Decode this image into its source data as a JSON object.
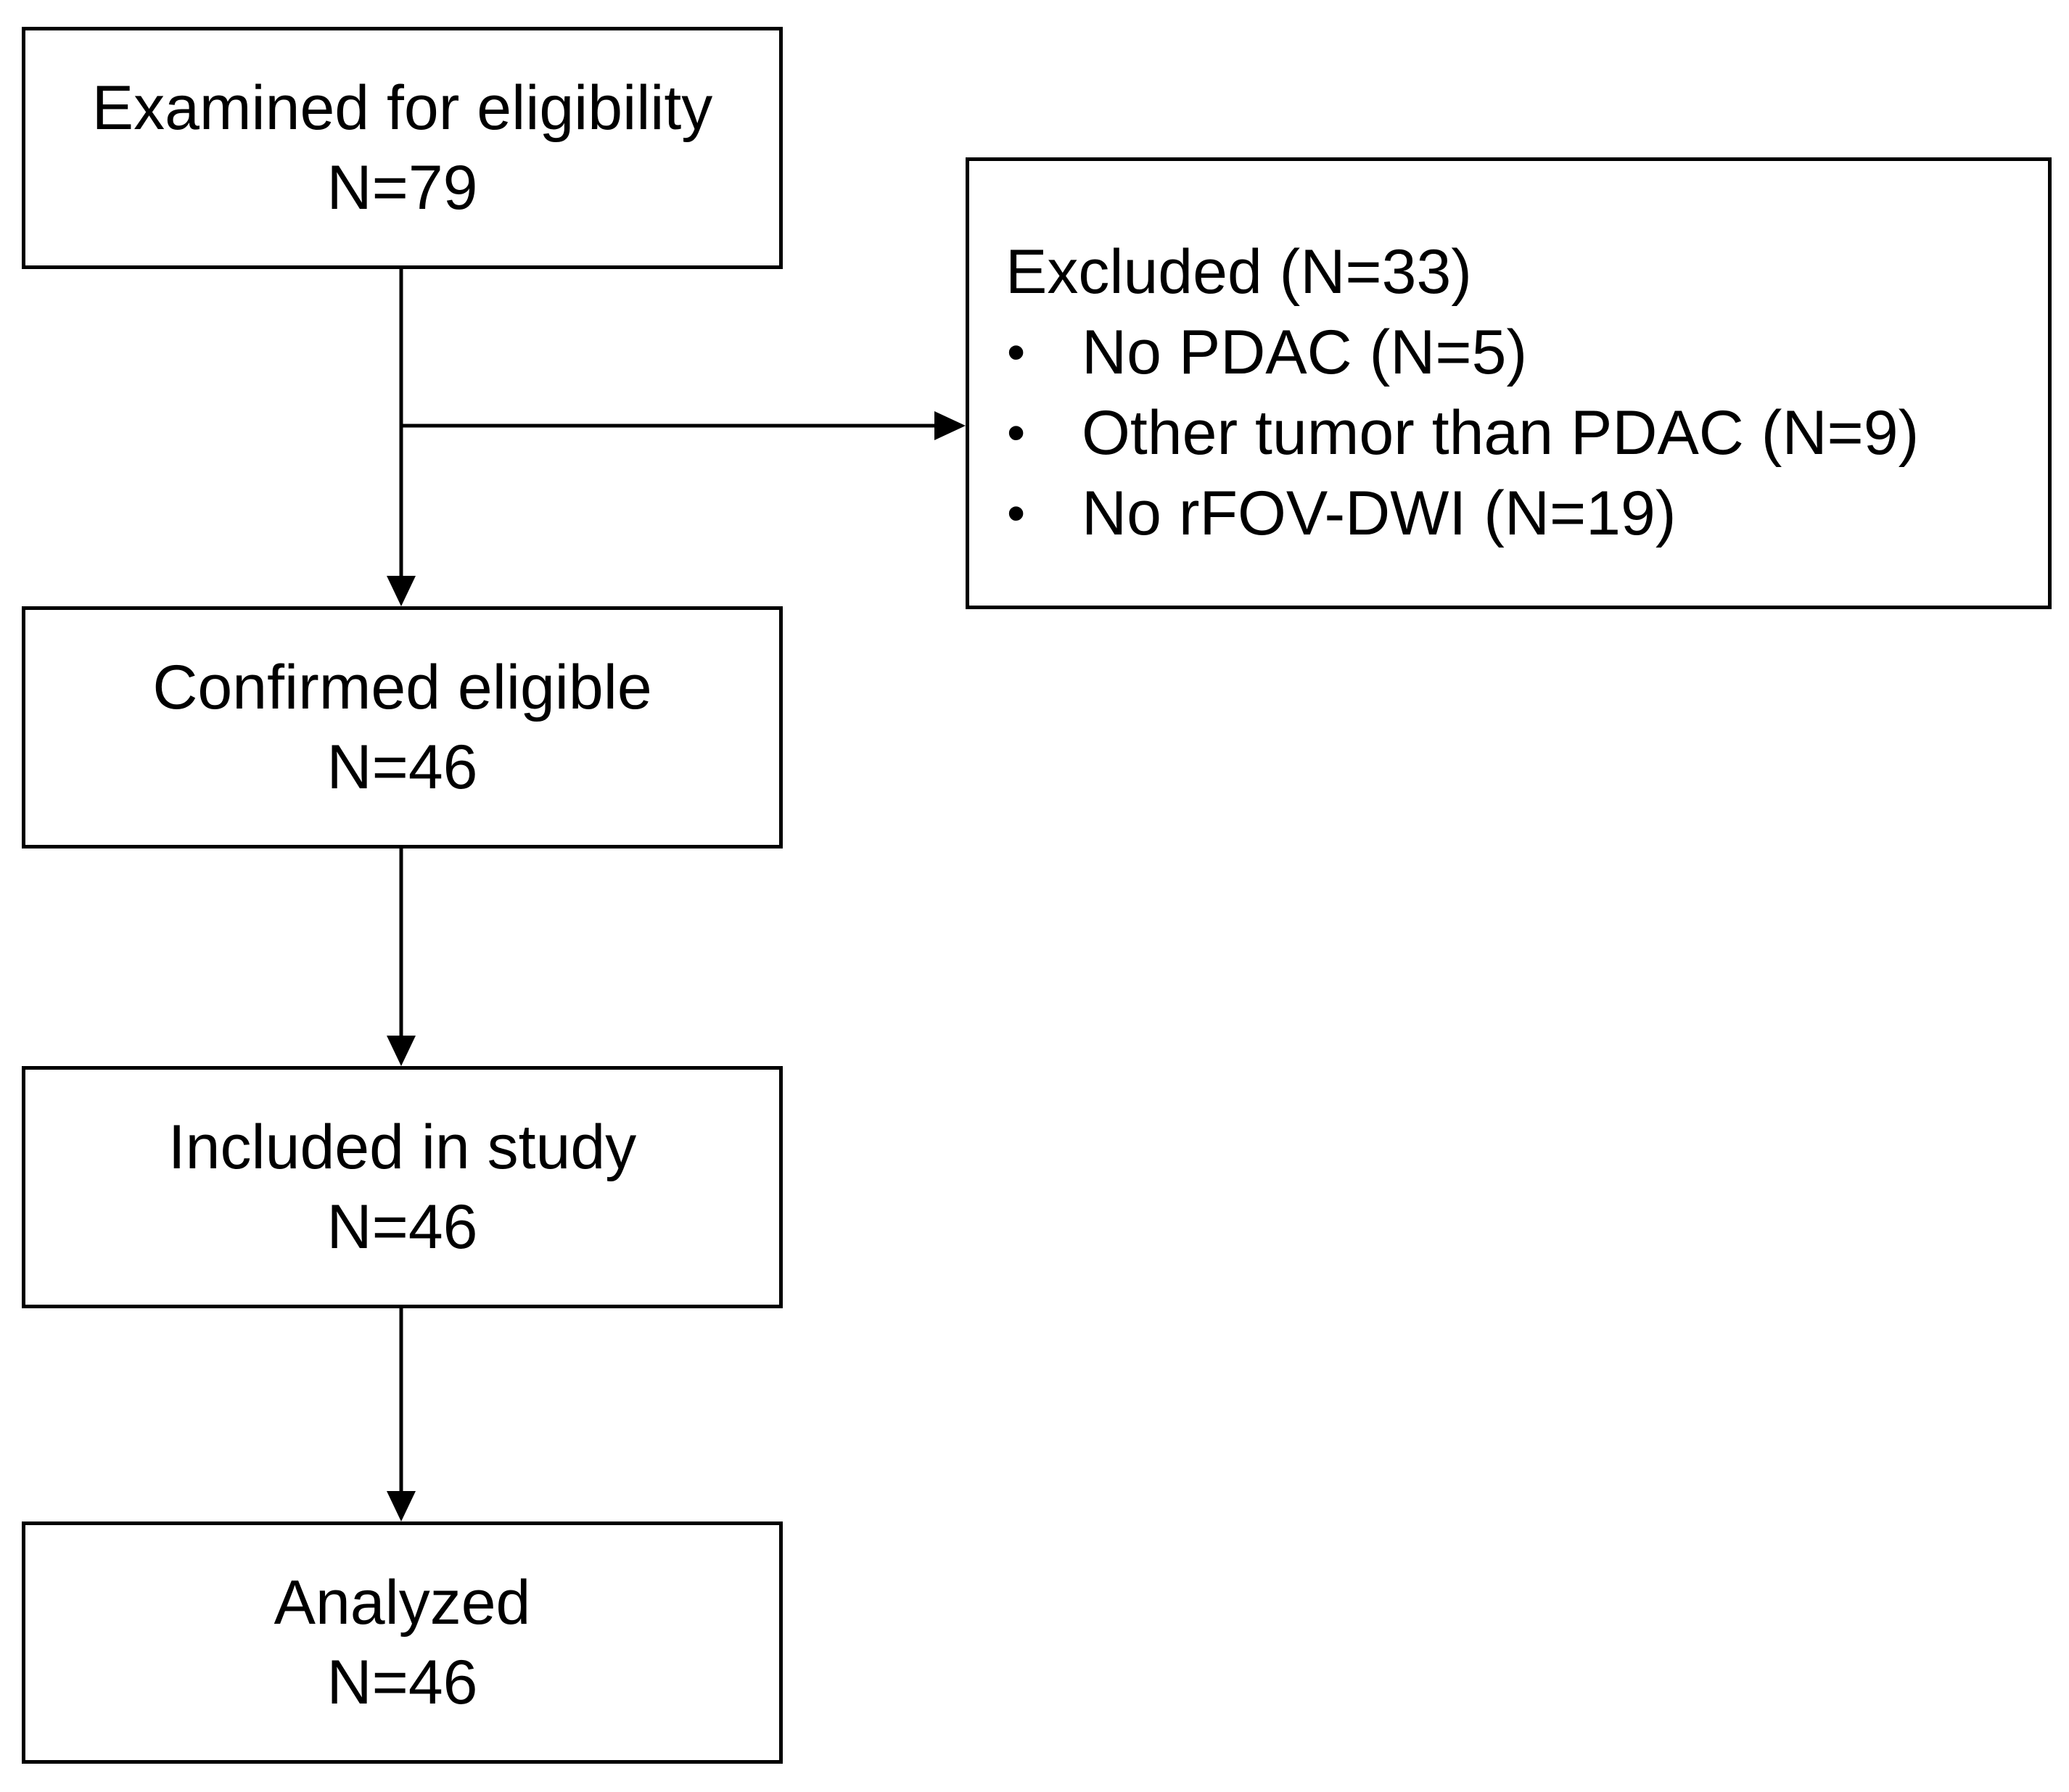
{
  "flowchart": {
    "steps": [
      {
        "label": "Examined for eligibility",
        "count": "N=79"
      },
      {
        "label": "Confirmed eligible",
        "count": "N=46"
      },
      {
        "label": "Included in study",
        "count": "N=46"
      },
      {
        "label": "Analyzed",
        "count": "N=46"
      }
    ],
    "excluded": {
      "title": "Excluded (N=33)",
      "reasons": [
        "No PDAC (N=5)",
        "Other tumor than PDAC (N=9)",
        "No rFOV-DWI (N=19)"
      ]
    }
  }
}
